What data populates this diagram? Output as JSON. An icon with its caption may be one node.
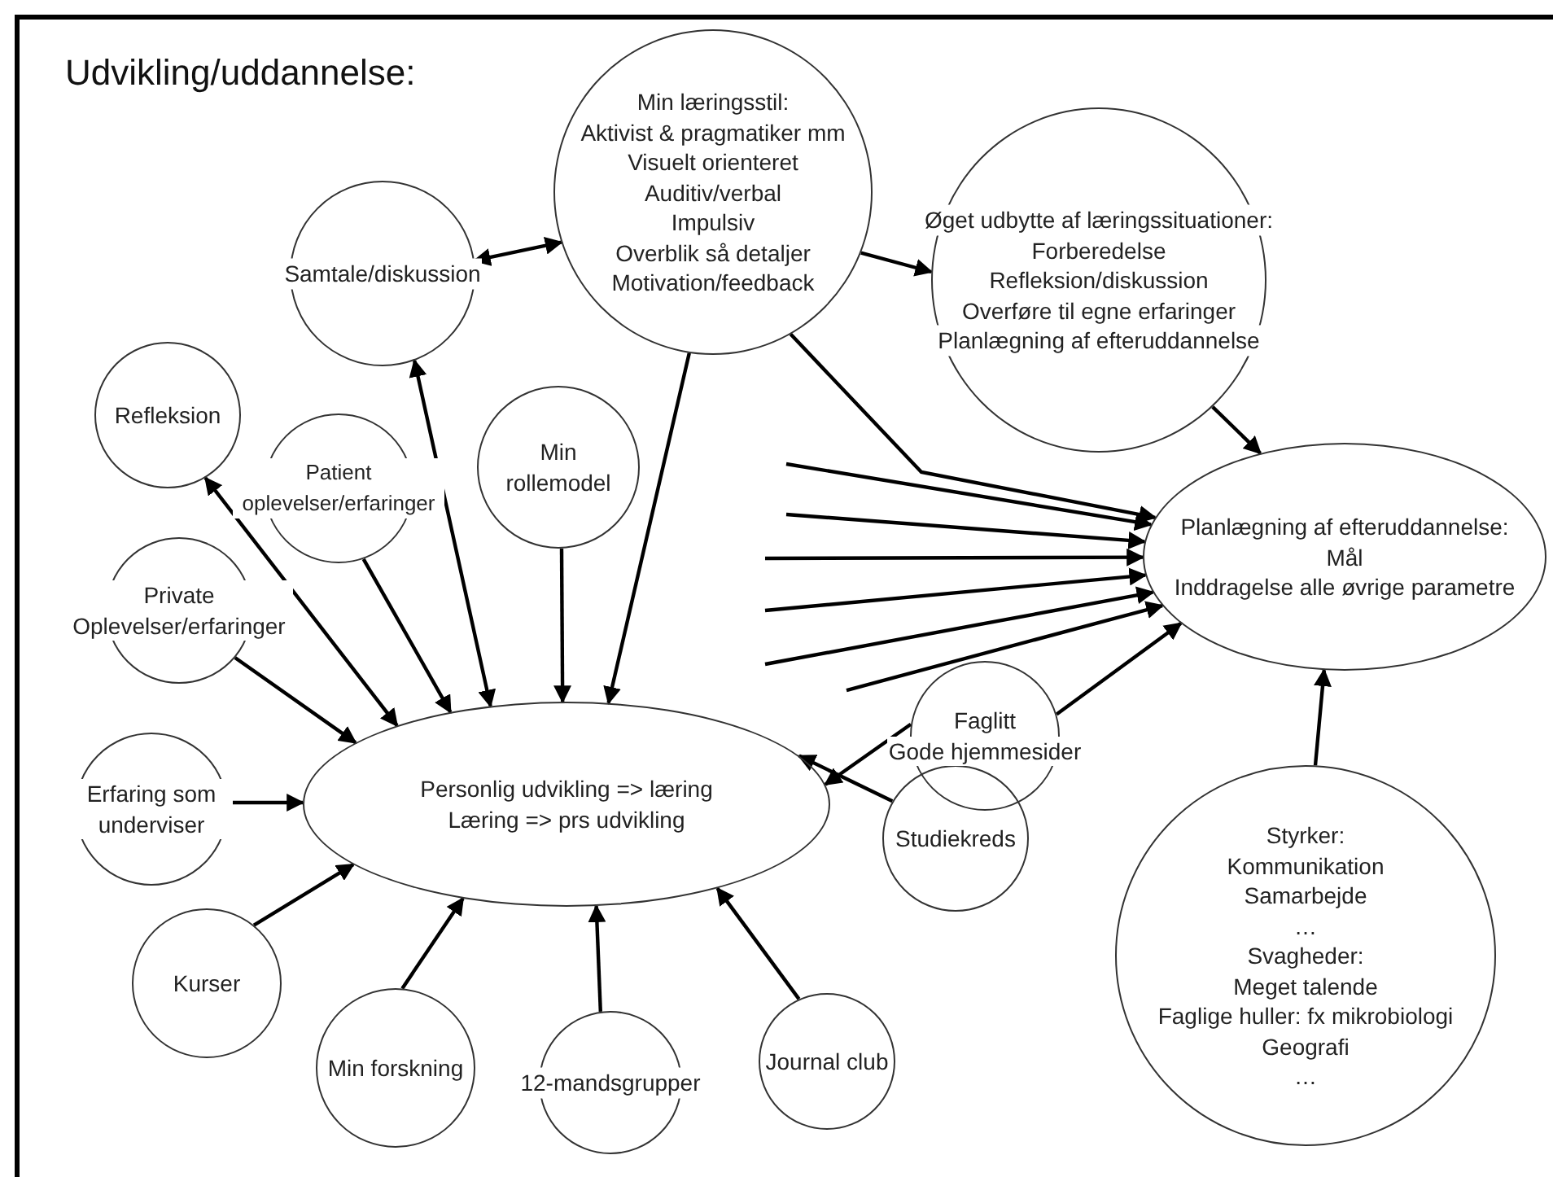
{
  "diagram": {
    "title": "Udvikling/uddannelse:",
    "nodes": [
      {
        "text": [
          "Samtale/diskussion"
        ]
      },
      {
        "text": [
          "Min læringsstil:",
          "Aktivist & pragmatiker mm",
          "Visuelt orienteret",
          "Auditiv/verbal",
          "Impulsiv",
          "Overblik så detaljer",
          "Motivation/feedback"
        ]
      },
      {
        "text": [
          "Øget udbytte af læringssituationer:",
          "Forberedelse",
          "Refleksion/diskussion",
          "Overføre til egne erfaringer",
          "Planlægning af efteruddannelse"
        ]
      },
      {
        "text": [
          "Refleksion"
        ]
      },
      {
        "text": [
          "Patient oplevelser/erfaringer"
        ]
      },
      {
        "text": [
          "Min rollemodel"
        ]
      },
      {
        "text": [
          "Private Oplevelser/erfaringer"
        ]
      },
      {
        "text": [
          "Planlægning af efteruddannelse:",
          "Mål",
          "Inddragelse alle øvrige parametre"
        ]
      },
      {
        "text": [
          "Personlig udvikling => læring",
          "Læring => prs udvikling"
        ]
      },
      {
        "text": [
          "Erfaring som underviser"
        ]
      },
      {
        "text": [
          "Faglitt",
          "Gode hjemmesider"
        ]
      },
      {
        "text": [
          "Kurser"
        ]
      },
      {
        "text": [
          "Studiekreds"
        ]
      },
      {
        "text": [
          "Min forskning"
        ]
      },
      {
        "text": [
          "12-mandsgrupper"
        ]
      },
      {
        "text": [
          "Journal club"
        ]
      },
      {
        "text": [
          "Styrker:",
          "Kommunikation",
          "Samarbejde",
          "…",
          "Svagheder:",
          "Meget talende",
          "Faglige huller: fx mikrobiologi",
          "Geografi",
          "…"
        ]
      }
    ],
    "edges": [
      {
        "from": 0,
        "to": 1,
        "arrow": "both"
      },
      {
        "from": 1,
        "to": 2,
        "arrow": "to"
      },
      {
        "from": 1,
        "to": 7,
        "arrow": "to"
      },
      {
        "from": 2,
        "to": 7,
        "arrow": "to"
      },
      {
        "from": 8,
        "to": 0,
        "arrow": "both"
      },
      {
        "from": 8,
        "to": 3,
        "arrow": "both"
      },
      {
        "from": 4,
        "to": 8,
        "arrow": "to"
      },
      {
        "from": 5,
        "to": 8,
        "arrow": "to"
      },
      {
        "from": 1,
        "to": 8,
        "arrow": "to"
      },
      {
        "from": 6,
        "to": 8,
        "arrow": "to"
      },
      {
        "from": 9,
        "to": 8,
        "arrow": "to"
      },
      {
        "from": 11,
        "to": 8,
        "arrow": "to"
      },
      {
        "from": 13,
        "to": 8,
        "arrow": "to"
      },
      {
        "from": 14,
        "to": 8,
        "arrow": "to"
      },
      {
        "from": 15,
        "to": 8,
        "arrow": "to"
      },
      {
        "from": 12,
        "to": 8,
        "arrow": "to"
      },
      {
        "from": 10,
        "to": 8,
        "arrow": "to"
      },
      {
        "from": 10,
        "to": 7,
        "arrow": "to"
      },
      {
        "from": 16,
        "to": 7,
        "arrow": "to"
      },
      {
        "from": null,
        "to": 7,
        "arrow": "to"
      },
      {
        "from": null,
        "to": 7,
        "arrow": "to"
      },
      {
        "from": null,
        "to": 7,
        "arrow": "to"
      },
      {
        "from": null,
        "to": 7,
        "arrow": "to"
      },
      {
        "from": null,
        "to": 7,
        "arrow": "to"
      },
      {
        "from": null,
        "to": 7,
        "arrow": "to"
      }
    ]
  }
}
